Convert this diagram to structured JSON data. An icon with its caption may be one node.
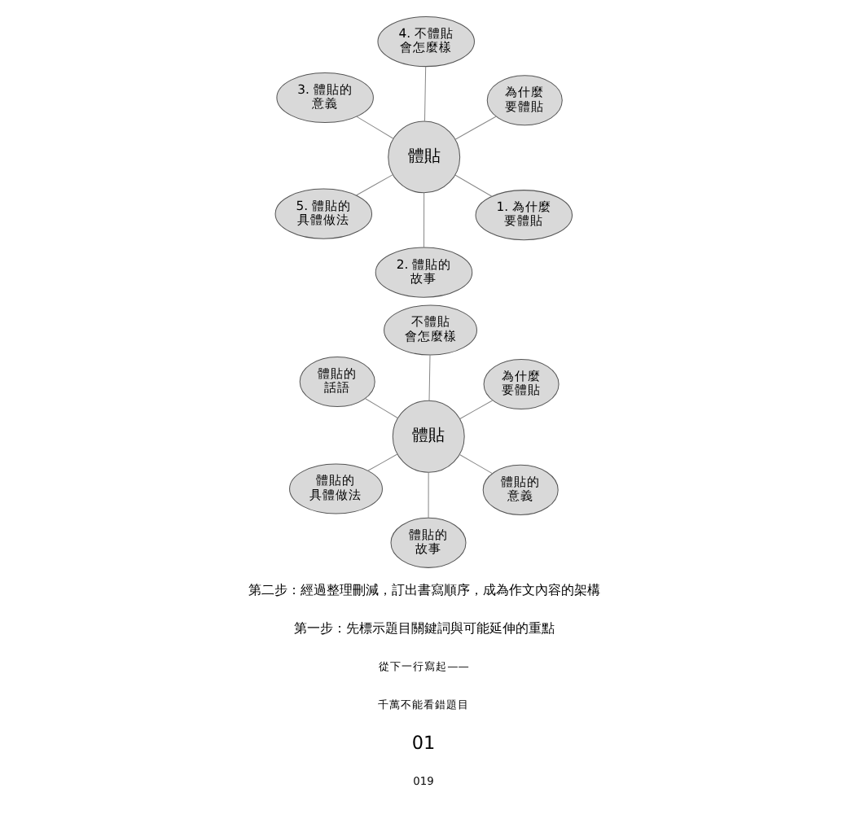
{
  "diagram": {
    "nodes": [
      {
        "text": [
          "體貼"
        ]
      },
      {
        "text": [
          "體貼的意義"
        ]
      },
      {
        "text": [
          "體貼的故事"
        ]
      },
      {
        "text": [
          "體貼的話語"
        ]
      },
      {
        "text": [
          "為什麼要體貼"
        ]
      },
      {
        "text": [
          "不體貼會怎麼樣"
        ]
      },
      {
        "text": [
          "體貼的具體做法"
        ]
      },
      {
        "text": [
          "體貼"
        ]
      },
      {
        "text": [
          "1. 為什麼要體貼"
        ]
      },
      {
        "text": [
          "2. 體貼的故事"
        ]
      },
      {
        "text": [
          "3. 體貼的意義"
        ]
      },
      {
        "text": [
          "為什麼要體貼"
        ]
      },
      {
        "text": [
          "4. 不體貼會怎麼樣"
        ]
      },
      {
        "text": [
          "5. 體貼的具體做法"
        ]
      }
    ],
    "edges": [
      {
        "from": 0,
        "to": 1,
        "arrow": "none"
      },
      {
        "from": 0,
        "to": 2,
        "arrow": "none"
      },
      {
        "from": 0,
        "to": 3,
        "arrow": "none"
      },
      {
        "from": 0,
        "to": 4,
        "arrow": "none"
      },
      {
        "from": 0,
        "to": 5,
        "arrow": "none"
      },
      {
        "from": 0,
        "to": 6,
        "arrow": "none"
      },
      {
        "from": 7,
        "to": 8,
        "arrow": "none"
      },
      {
        "from": 7,
        "to": 9,
        "arrow": "none"
      },
      {
        "from": 7,
        "to": 10,
        "arrow": "none"
      },
      {
        "from": 7,
        "to": 11,
        "arrow": "none"
      },
      {
        "from": 7,
        "to": 12,
        "arrow": "none"
      },
      {
        "from": 7,
        "to": 13,
        "arrow": "none"
      }
    ],
    "labels": [
      "01",
      "從下一行寫起——",
      "千萬不能看錯題目",
      "第一步：先標示題目關鍵詞與可能延伸的重點",
      "第二步：經過整理刪減，訂出書寫順序，成為作文內容的架構",
      "019"
    ]
  }
}
